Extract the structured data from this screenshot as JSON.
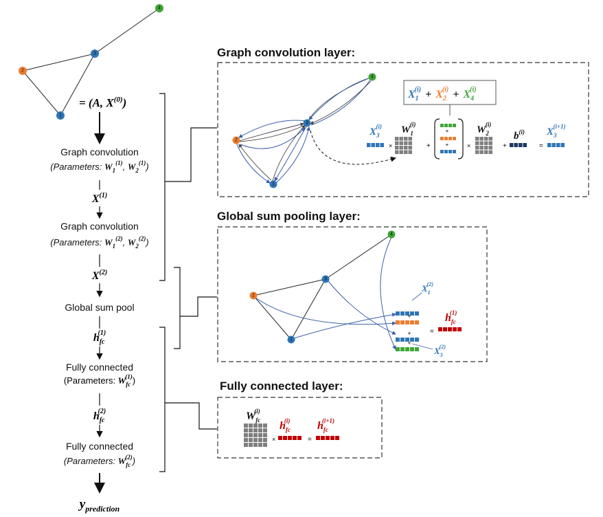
{
  "graph": {
    "nodes": [
      {
        "id": "1",
        "color": "#2e75b6"
      },
      {
        "id": "2",
        "color": "#ed7d31"
      },
      {
        "id": "3",
        "color": "#2e75b6"
      },
      {
        "id": "4",
        "color": "#3fa535"
      }
    ],
    "tuple_label": "= (A, X",
    "tuple_sup": "(0)",
    "tuple_close": ")"
  },
  "flow": {
    "steps": [
      {
        "title": "Graph convolution",
        "params_prefix": "(Parameters: ",
        "params_w1": "W",
        "params_w1_sub": "1",
        "params_w1_sup": "(1)",
        "params_w2": "W",
        "params_w2_sub": "2",
        "params_w2_sup": "(1)",
        "params_suffix": ")"
      },
      {
        "title": "Graph convolution",
        "params_prefix": "(Parameters: ",
        "params_w1": "W",
        "params_w1_sub": "1",
        "params_w1_sup": "(2)",
        "params_w2": "W",
        "params_w2_sub": "2",
        "params_w2_sup": "(2)",
        "params_suffix": ")"
      },
      {
        "title": "Global sum pool"
      },
      {
        "title": "Fully connected",
        "params_prefix": "(Parameters: ",
        "params_w1": "W",
        "params_w1_sub": "fc",
        "params_w1_sup": "(1)",
        "params_suffix": ")"
      },
      {
        "title": "Fully connected",
        "params_prefix": "(Parameters: ",
        "params_w1": "W",
        "params_w1_sub": "fc",
        "params_w1_sup": "(2)",
        "params_suffix": ")"
      }
    ],
    "x1": {
      "base": "X",
      "sup": "(1)"
    },
    "x2": {
      "base": "X",
      "sup": "(2)"
    },
    "hfc1": {
      "base": "h",
      "sub": "fc",
      "sup": "(1)"
    },
    "hfc2": {
      "base": "h",
      "sub": "fc",
      "sup": "(2)"
    },
    "output": {
      "base": "y",
      "sub": "prediction"
    }
  },
  "panels": {
    "gconv": {
      "title": "Graph convolution layer:",
      "sum_box": {
        "x1": "X",
        "x1_sub": "1",
        "x2": "X",
        "x2_sub": "2",
        "x4": "X",
        "x4_sub": "4",
        "sup": "(i)",
        "plus": "+"
      },
      "eq": {
        "x3": "X",
        "x3_sub": "3",
        "x3_sup": "(i)",
        "w1": "W",
        "w1_sub": "1",
        "w1_sup": "(i)",
        "w2": "W",
        "w2_sub": "2",
        "w2_sup": "(i)",
        "b": "b",
        "b_sup": "(i)",
        "out": "X",
        "out_sub": "3",
        "out_sup": "(i+1)",
        "times": "×",
        "plus": "+",
        "equals": "="
      }
    },
    "pool": {
      "title": "Global sum pooling layer:",
      "x1": "X",
      "x1_sub": "1",
      "x1_sup": "(2)",
      "x3": "X",
      "x3_sub": "3",
      "x3_sup": "(2)",
      "h": "h",
      "h_sub": "fc",
      "h_sup": "(1)",
      "plus": "+",
      "equals": "="
    },
    "fc": {
      "title": "Fully connected layer:",
      "w": "W",
      "w_sub": "fc",
      "w_sup": "(i)",
      "h": "h",
      "h_sub": "fc",
      "h_sup": "(i)",
      "out": "h",
      "out_sub": "fc",
      "out_sup": "(i+1)",
      "times": "×",
      "equals": "="
    }
  },
  "colors": {
    "blue": "#2e75b6",
    "orange": "#ed7d31",
    "green": "#3fa535",
    "red": "#c00000",
    "navy": "#1f3864",
    "gray": "#7f7f7f",
    "edge_blue": "#3a5fa8"
  }
}
